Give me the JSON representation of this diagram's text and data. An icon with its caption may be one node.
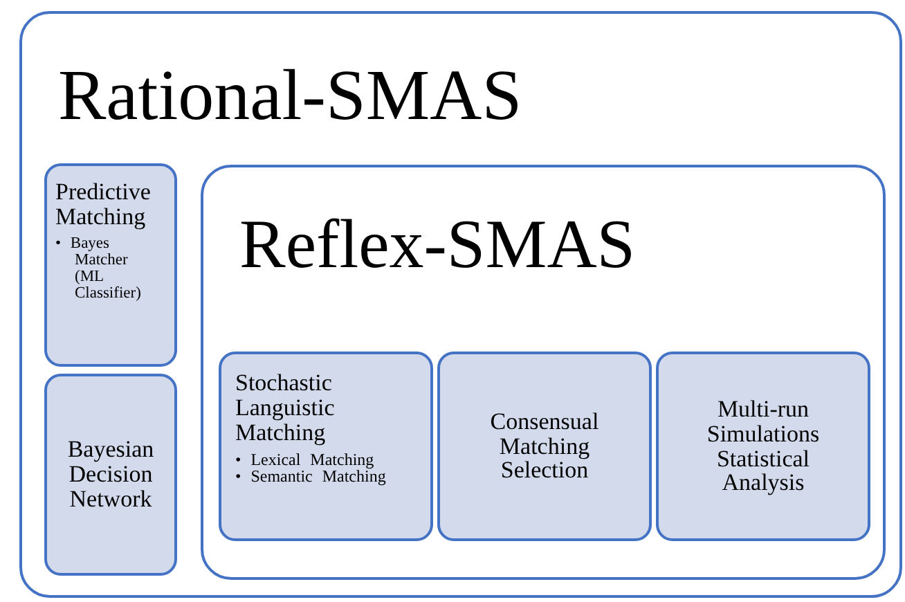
{
  "diagram": {
    "nodes": [
      {
        "text": [
          "Rational-SMAS"
        ]
      },
      {
        "text": [
          "Predictive Matching",
          "• Bayes Matcher (ML Classifier)"
        ],
        "in": 0
      },
      {
        "text": [
          "Bayesian Decision Network"
        ],
        "in": 0
      },
      {
        "text": [
          "Reflex-SMAS"
        ],
        "in": 0
      },
      {
        "text": [
          "Stochastic Languistic Matching",
          "• Lexical Matching",
          "• Semantic Matching"
        ],
        "in": 3
      },
      {
        "text": [
          "Consensual Matching Selection"
        ],
        "in": 3
      },
      {
        "text": [
          "Multi-run Simulations Statistical Analysis"
        ],
        "in": 3
      }
    ]
  }
}
